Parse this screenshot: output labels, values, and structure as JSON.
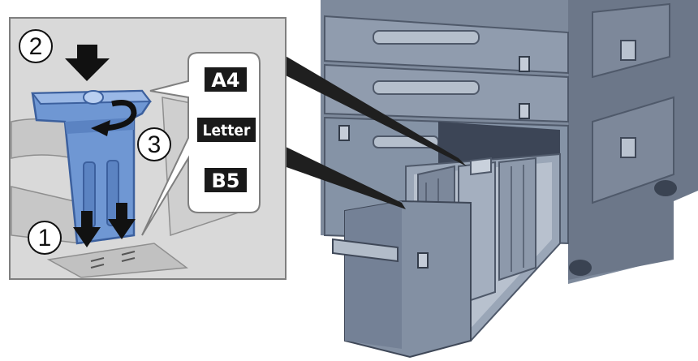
{
  "steps": {
    "step1": "1",
    "step2": "2",
    "step3": "3"
  },
  "size_labels": {
    "a4": "A4",
    "letter": "Letter",
    "b5": "B5"
  },
  "colors": {
    "panel_bg": "#d9d9d9",
    "panel_border": "#7f7f7f",
    "guide_blue": "#6f97d3",
    "guide_blue_dark": "#4c74b5",
    "machine_gray": "#8a96a8",
    "machine_dark": "#5d687a",
    "label_bg": "#1a1a1a"
  }
}
